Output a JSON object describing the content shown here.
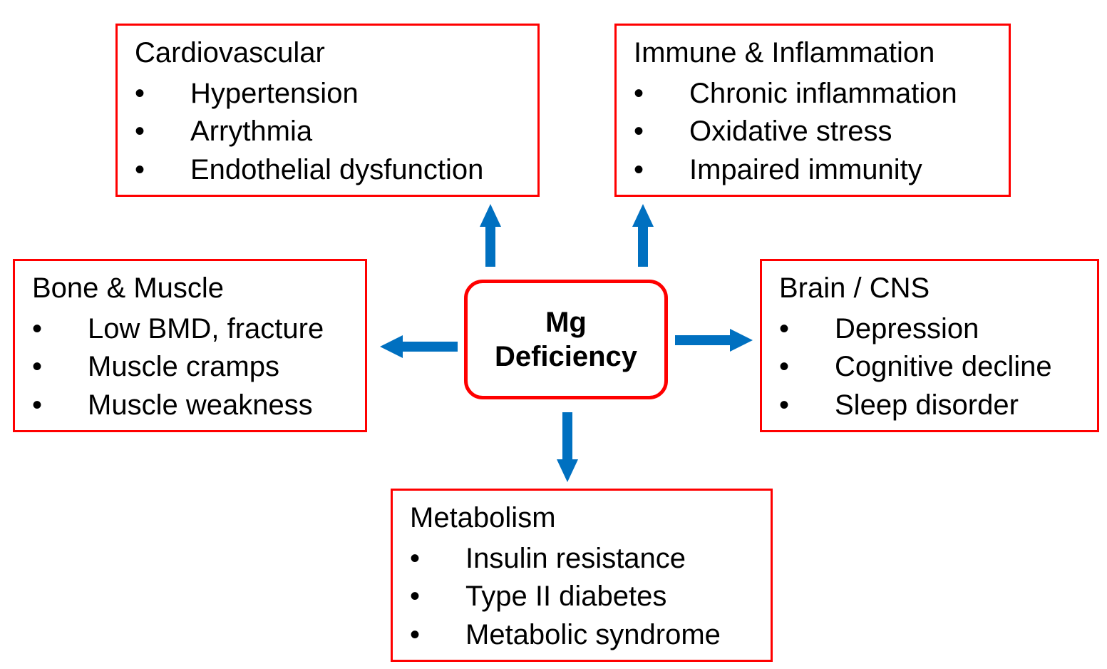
{
  "center": {
    "line1": "Mg",
    "line2": "Deficiency"
  },
  "colors": {
    "box_border": "#ff0000",
    "arrow": "#0070c0"
  },
  "boxes": {
    "cardiovascular": {
      "title": "Cardiovascular",
      "items": [
        "Hypertension",
        "Arrythmia",
        "Endothelial dysfunction"
      ]
    },
    "immune": {
      "title": "Immune & Inflammation",
      "items": [
        "Chronic inflammation",
        "Oxidative stress",
        "Impaired immunity"
      ]
    },
    "bone": {
      "title": "Bone & Muscle",
      "items": [
        "Low BMD, fracture",
        "Muscle cramps",
        "Muscle weakness"
      ]
    },
    "brain": {
      "title": "Brain / CNS",
      "items": [
        "Depression",
        "Cognitive decline",
        "Sleep disorder"
      ]
    },
    "metabolism": {
      "title": "Metabolism",
      "items": [
        "Insulin resistance",
        "Type II diabetes",
        "Metabolic syndrome"
      ]
    }
  },
  "bullet": "•"
}
